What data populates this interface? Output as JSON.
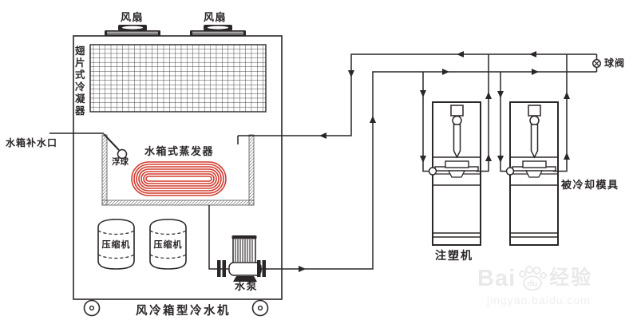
{
  "labels": {
    "fan_left": "风扇",
    "fan_right": "风扇",
    "condenser": "翅片式冷凝器",
    "water_inlet": "水箱补水口",
    "float_ball": "浮球",
    "evaporator": "水箱式蒸发器",
    "compressor_left": "压缩机",
    "compressor_right": "压缩机",
    "pump": "水泵",
    "chiller": "风冷箱型冷水机",
    "injection_machine": "注塑机",
    "cooled_mold": "被冷却模具",
    "ball_valve": "球阀"
  },
  "watermark": {
    "brand_left": "Bai",
    "brand_right": "du",
    "suffix": "经验",
    "url": "jingyan.baidu.com"
  },
  "colors": {
    "line": "#2b2627",
    "coil": "#d23b2f",
    "watermark": "#e9e9e9"
  }
}
